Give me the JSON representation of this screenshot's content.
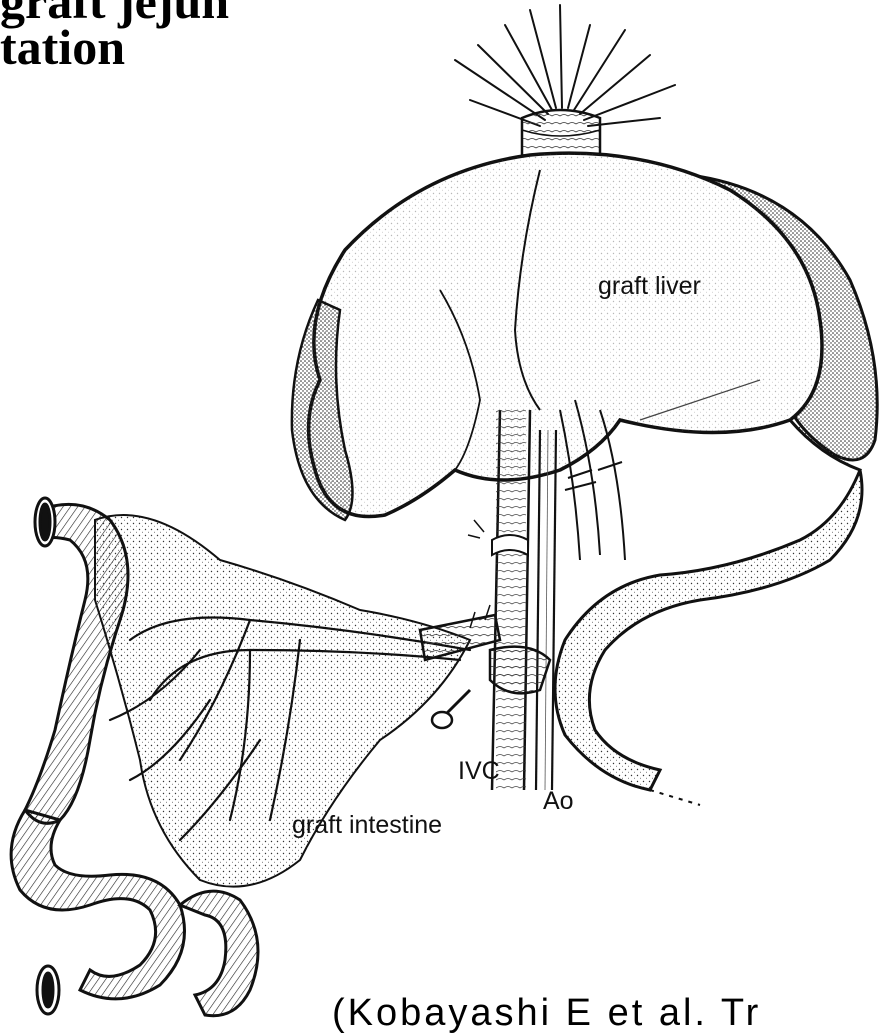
{
  "title": {
    "line1": "graft jejun",
    "line2": "tation"
  },
  "labels": {
    "liver": "graft liver",
    "intestine": "graft intestine",
    "ivc": "IVC",
    "aorta": "Ao"
  },
  "citation": "(Kobayashi E et al. Tr",
  "palette": {
    "ink": "#111111",
    "paper": "#ffffff"
  }
}
